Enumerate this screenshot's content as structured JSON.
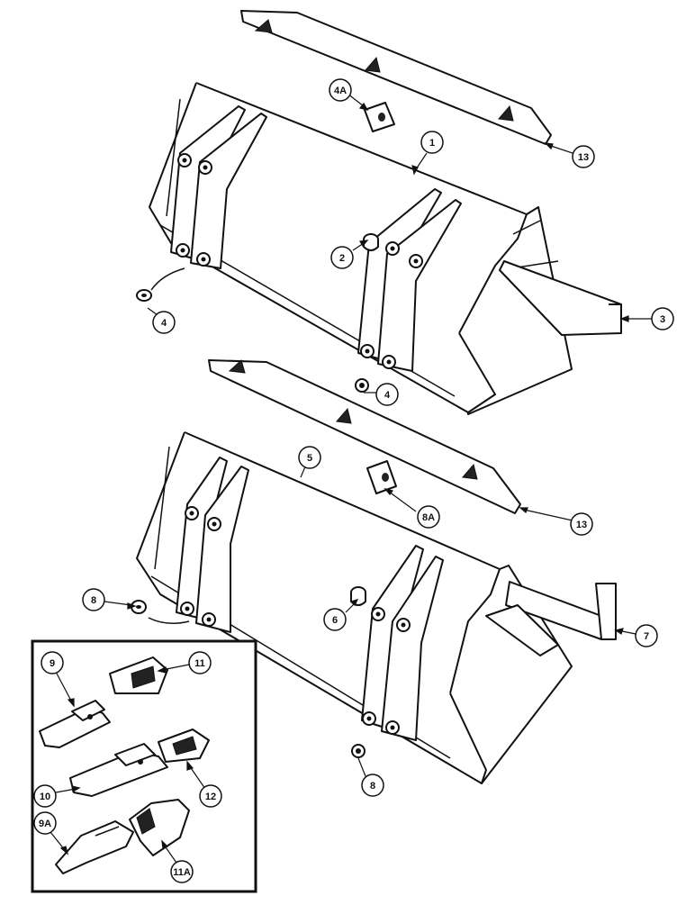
{
  "callouts": {
    "c1": "1",
    "c2": "2",
    "c3": "3",
    "c4a": "4A",
    "c4_left": "4",
    "c4_bottom": "4",
    "c5": "5",
    "c6": "6",
    "c7": "7",
    "c8_left": "8",
    "c8_bottom": "8",
    "c8a": "8A",
    "c9": "9",
    "c9a": "9A",
    "c10": "10",
    "c11": "11",
    "c11a": "11A",
    "c12": "12",
    "c13_top": "13",
    "c13_mid": "13"
  },
  "colors": {
    "line": "#111111",
    "paper": "#ffffff",
    "shadow": "#222222"
  }
}
